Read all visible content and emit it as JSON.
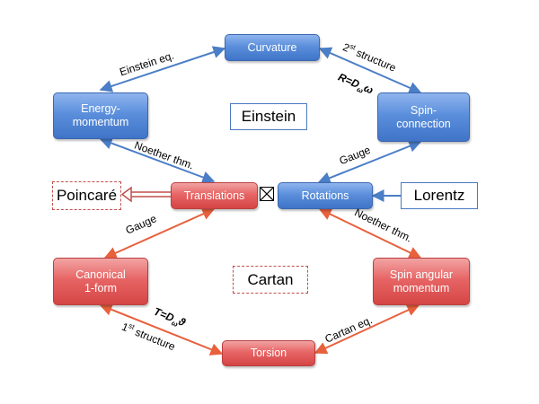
{
  "nodes": {
    "curvature": "Curvature",
    "energy_momentum": "Energy-\nmomentum",
    "spin_connection": "Spin-\nconnection",
    "translations": "Translations",
    "rotations": "Rotations",
    "canonical_1form": "Canonical\n1-form",
    "spin_angular_momentum": "Spin angular\nmomentum",
    "torsion": "Torsion"
  },
  "label_boxes": {
    "einstein": "Einstein",
    "lorentz": "Lorentz",
    "poincare": "Poincaré",
    "cartan": "Cartan"
  },
  "edge_labels": {
    "einstein_eq": "Einstein eq.",
    "second_structure_prefix": "2",
    "second_structure_sup": "st",
    "second_structure_suffix": " structure",
    "r_formula": "R=D",
    "r_formula_sub": "ω",
    "r_formula_tail": "ω",
    "noether_top": "Noether thm.",
    "gauge_top": "Gauge",
    "gauge_bottom": "Gauge",
    "noether_bottom": "Noether thm.",
    "first_structure_prefix": "1",
    "first_structure_sup": "st",
    "first_structure_suffix": " structure",
    "t_formula": "T=D",
    "t_formula_sub": "ω",
    "t_formula_tail": "ϑ",
    "cartan_eq": "Cartan eq."
  },
  "colors": {
    "blue_arrow": "#4a7ec6",
    "red_arrow": "#e8603c",
    "poincare_arrow": "#c0504d"
  }
}
